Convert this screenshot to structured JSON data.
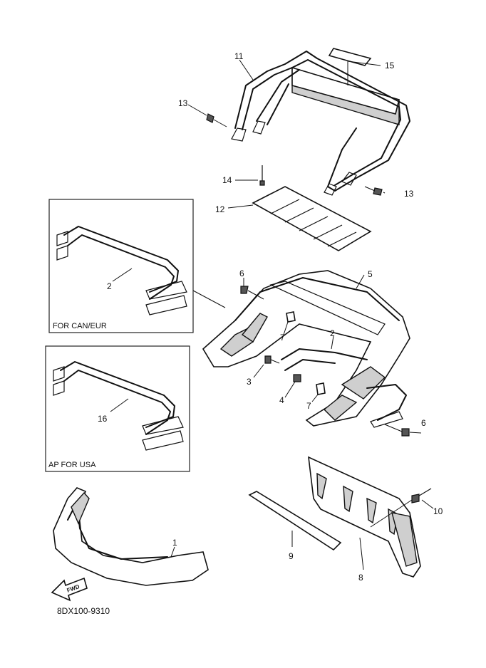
{
  "callouts": {
    "c1": "1",
    "c2a": "2",
    "c2b": "2",
    "c3": "3",
    "c4": "4",
    "c5": "5",
    "c6a": "6",
    "c6b": "6",
    "c7a": "7",
    "c7b": "7",
    "c8": "8",
    "c9": "9",
    "c10": "10",
    "c11": "11",
    "c12": "12",
    "c13a": "13",
    "c13b": "13",
    "c14": "14",
    "c15": "15",
    "c16": "16"
  },
  "insets": {
    "can_eur_label": "FOR CAN/EUR",
    "usa_label": "AP FOR USA"
  },
  "fwd_label": "FWD",
  "diagram_code": "8DX100-9310"
}
